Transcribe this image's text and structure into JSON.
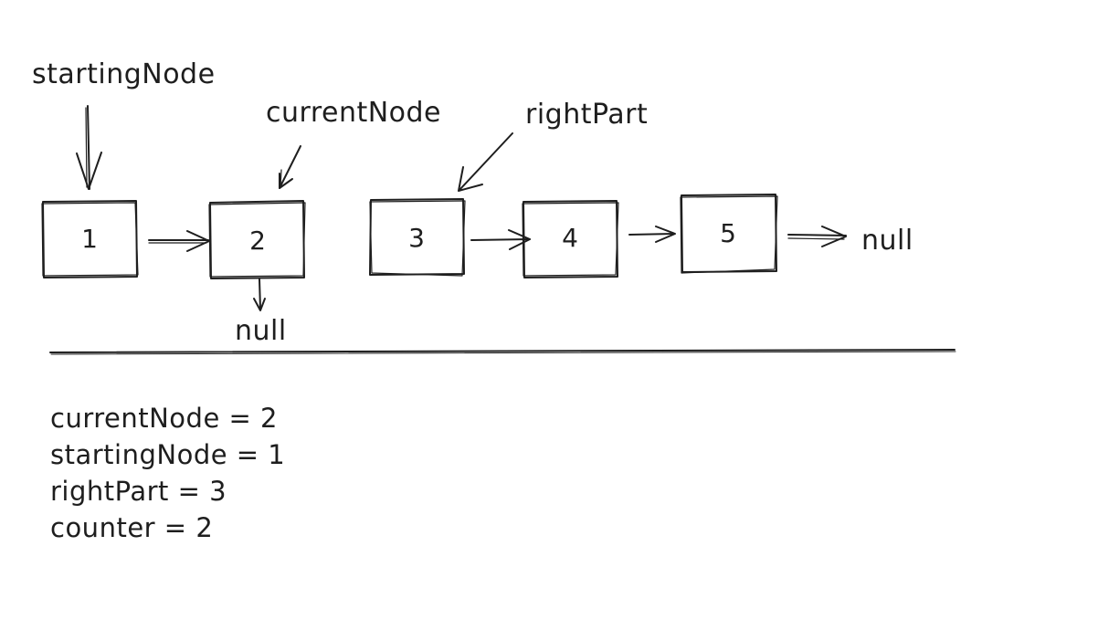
{
  "pointers": {
    "starting_node": "startingNode",
    "current_node": "currentNode",
    "right_part": "rightPart"
  },
  "nodes": [
    "1",
    "2",
    "3",
    "4",
    "5"
  ],
  "null_labels": {
    "below_node_2": "null",
    "after_node_5": "null"
  },
  "variables": [
    "currentNode = 2",
    "startingNode = 1",
    "rightPart = 3",
    "counter = 2"
  ],
  "colors": {
    "stroke": "#1e1e1e",
    "background": "#ffffff"
  }
}
